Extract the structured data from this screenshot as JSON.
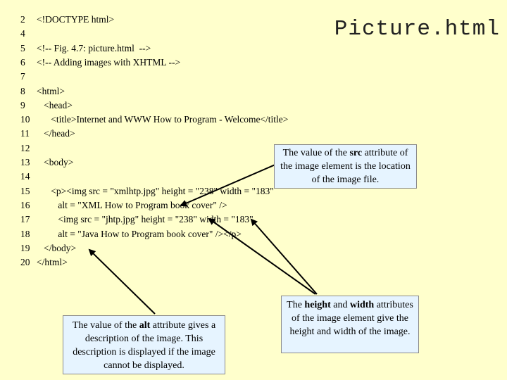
{
  "slide": {
    "title": "Picture.html"
  },
  "code_lines": [
    {
      "num": "2",
      "text": "<!DOCTYPE html>"
    },
    {
      "num": "4",
      "text": ""
    },
    {
      "num": "5",
      "text": "<!-- Fig. 4.7: picture.html  -->"
    },
    {
      "num": "6",
      "text": "<!-- Adding images with XHTML -->"
    },
    {
      "num": "7",
      "text": ""
    },
    {
      "num": "8",
      "text": "<html>"
    },
    {
      "num": "9",
      "text": "   <head>"
    },
    {
      "num": "10",
      "text": "      <title>Internet and WWW How to Program - Welcome</title>"
    },
    {
      "num": "11",
      "text": "   </head>"
    },
    {
      "num": "12",
      "text": ""
    },
    {
      "num": "13",
      "text": "   <body>"
    },
    {
      "num": "14",
      "text": ""
    },
    {
      "num": "15",
      "text": "      <p><img src = \"xmlhtp.jpg\" height = \"238\" width = \"183\""
    },
    {
      "num": "16",
      "text": "         alt = \"XML How to Program book cover\" />"
    },
    {
      "num": "17",
      "text": "         <img src = \"jhtp.jpg\" height = \"238\" width = \"183\""
    },
    {
      "num": "18",
      "text": "         alt = \"Java How to Program book cover\" /></p>"
    },
    {
      "num": "19",
      "text": "   </body>"
    },
    {
      "num": "20",
      "text": "</html>"
    }
  ],
  "callouts": {
    "src": {
      "pre": "The value of the ",
      "keyword": "src",
      "post": " attribute of the image element is the location of the image file."
    },
    "alt": {
      "pre": "The value of the ",
      "keyword": "alt",
      "post": " attribute gives a description of the image. This description is displayed if the image cannot be displayed."
    },
    "height_width": {
      "pre": "The ",
      "keyword1": "height",
      "mid": " and ",
      "keyword2": "width",
      "post": " attributes of the image element give the height and width of the image."
    }
  },
  "colors": {
    "background": "#ffffcc",
    "callout_fill": "#e6f4ff"
  }
}
